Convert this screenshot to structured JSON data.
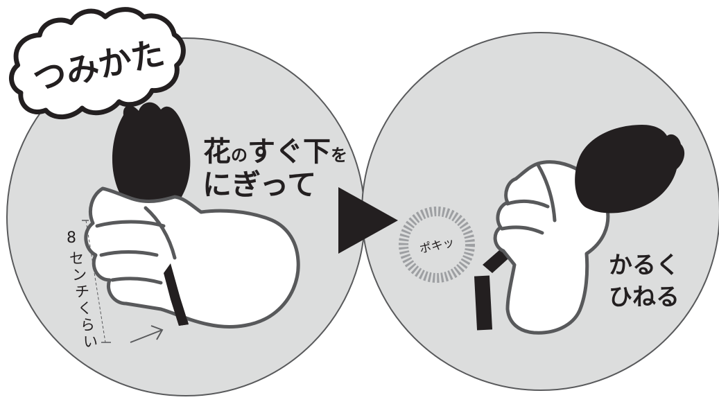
{
  "title_badge": "つみかた",
  "step1": {
    "instruction_line1_part1": "花",
    "instruction_line1_part2": "の",
    "instruction_line1_part3": "すぐ下",
    "instruction_line1_part4": "を",
    "instruction_line2": "にぎって",
    "measure_digit": "8",
    "measure_text": [
      "セ",
      "ン",
      "チ",
      "く",
      "ら",
      "い"
    ]
  },
  "step2": {
    "sound_effect": "ポキッ",
    "instruction_line1": "かるく",
    "instruction_line2": "ひねる"
  },
  "colors": {
    "circle_fill": "#dcdddd",
    "circle_stroke": "#58595b",
    "ink": "#231f20",
    "hand_fill": "#ffffff",
    "badge_fill": "#ffffff"
  },
  "icons": {
    "arrow_between_steps": "black-right-triangle",
    "direction_arrow": "thin-right-arrow"
  }
}
